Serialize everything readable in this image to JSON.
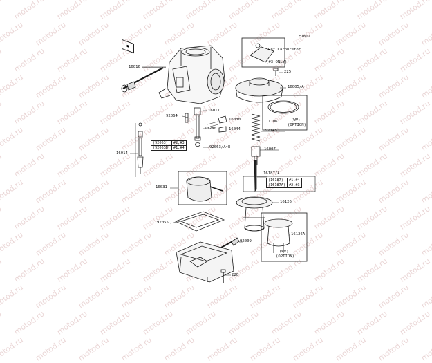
{
  "diagram": {
    "figure_code": "E1812",
    "watermark_text": "motod.ru",
    "ref_carburetor": "Ref.Carburetor",
    "ref_note": "(#3 ONLY)",
    "parts": {
      "p16016": "16016",
      "p92064": "92064",
      "p16017": "16017",
      "p16030": "16030",
      "p13280": "13280",
      "p16044": "16044",
      "p92063_ae": "92063/A~E",
      "p16014": "16014",
      "p225": "225",
      "p16005a": "16005/A",
      "p11061": "11061",
      "p92145": "92145",
      "p16007": "16007",
      "p16187a": "16187/A",
      "p16031": "16031",
      "p16126": "16126",
      "p92055": "92055",
      "p16126a": "16126A",
      "p92009": "92009",
      "p220": "220"
    },
    "jet_table": [
      {
        "part": "(92063)",
        "cyl": "#2,#3"
      },
      {
        "part": "(92063B)",
        "cyl": "#1,#4"
      }
    ],
    "needle_table": [
      {
        "part": "(16187)",
        "cyl": "#1,#4"
      },
      {
        "part": "(16187A)",
        "cyl": "#2,#3"
      }
    ],
    "wv_note_1": "(WV)",
    "wv_note_1b": "(OPTION)",
    "wv_note_2": "(WV)",
    "wv_note_2b": "(OPTION)"
  }
}
